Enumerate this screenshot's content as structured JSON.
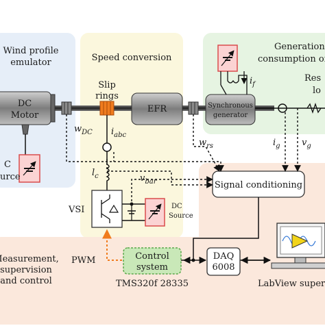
{
  "regions": {
    "wind": {
      "title_1": "Wind profile",
      "title_2": "emulator",
      "color": "#e6eef8"
    },
    "speed": {
      "title": "Speed conversion",
      "color": "#fbf7dd"
    },
    "generation": {
      "title_1": "Generation a",
      "title_2": "consumption of e",
      "color": "#e6f4e2"
    },
    "measurement": {
      "title_1": "Measurement,",
      "title_2": "supervision",
      "title_3": "and control",
      "color": "#fbe8dc"
    }
  },
  "blocks": {
    "dc_motor": {
      "line1": "DC",
      "line2": "Motor"
    },
    "slip_rings": {
      "line1": "Slip",
      "line2": "rings"
    },
    "efr": "EFR",
    "sync_gen": {
      "line1": "Synchronous",
      "line2": "generator"
    },
    "load": {
      "line1": "Res",
      "line2": "lo"
    },
    "signal_cond": "Signal conditioning",
    "vsi": "VSI",
    "dc_source": {
      "line1": "DC",
      "line2": "Source"
    },
    "left_source": {
      "line1": "C",
      "line2": "urce"
    },
    "control": {
      "line1": "Control",
      "line2": "system"
    },
    "tms": "TMS320f 28335",
    "daq": {
      "line1": "DAQ",
      "line2": "6008"
    },
    "labview": "LabView supervi",
    "pwm": "PWM"
  },
  "signals": {
    "w_dc": {
      "main": "w",
      "sub": "DC"
    },
    "i_abc": {
      "main": "i",
      "sub": "abc"
    },
    "l_c": {
      "main": "l",
      "sub": "c"
    },
    "v_bar": {
      "main": "v",
      "sub": "bar"
    },
    "w_rs": {
      "main": "w",
      "sub": "rs"
    },
    "i_g": {
      "main": "i",
      "sub": "g"
    },
    "v_g": {
      "main": "v",
      "sub": "g"
    },
    "i_f": {
      "main": "i",
      "sub": "f"
    }
  },
  "colors": {
    "shaft": "#3a3a3a",
    "motor": "#8a8a8a",
    "slip_ring": "#f07c1e",
    "source_fill": "#fbd3d3",
    "source_stroke": "#d94c4c",
    "control_fill": "#c9e8b8",
    "control_stroke": "#5aa84a",
    "pwm_arrow": "#f07c1e"
  }
}
